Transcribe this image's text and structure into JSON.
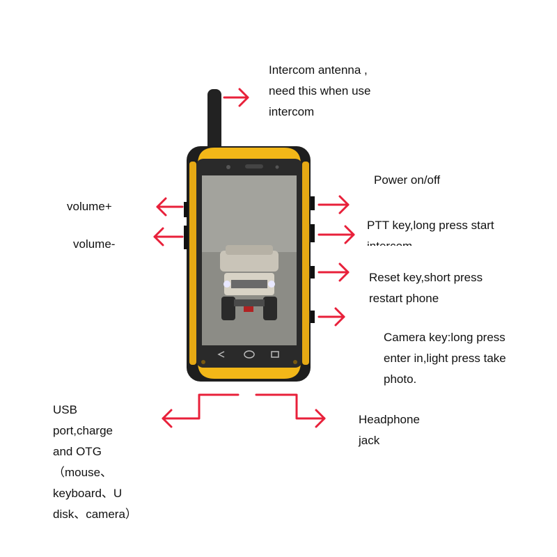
{
  "colors": {
    "arrow": "#e8203a",
    "phone_body": "#1e1e1e",
    "phone_accent": "#f2b718",
    "screen": "#8c8c86"
  },
  "labels": {
    "antenna": "Intercom antenna ,\nneed this when use\nintercom",
    "power": "Power on/off",
    "ptt": "PTT key,long press start\nintercom",
    "reset": "Reset key,short press\nrestart phone",
    "camera": "Camera key:long press\nenter in,light press take\nphoto.",
    "volume_up": "volume+",
    "volume_down": "volume-",
    "usb": "USB\nport,charge\nand OTG\n（mouse、\nkeyboard、U\ndisk、camera）",
    "headphone": "Headphone\njack"
  }
}
